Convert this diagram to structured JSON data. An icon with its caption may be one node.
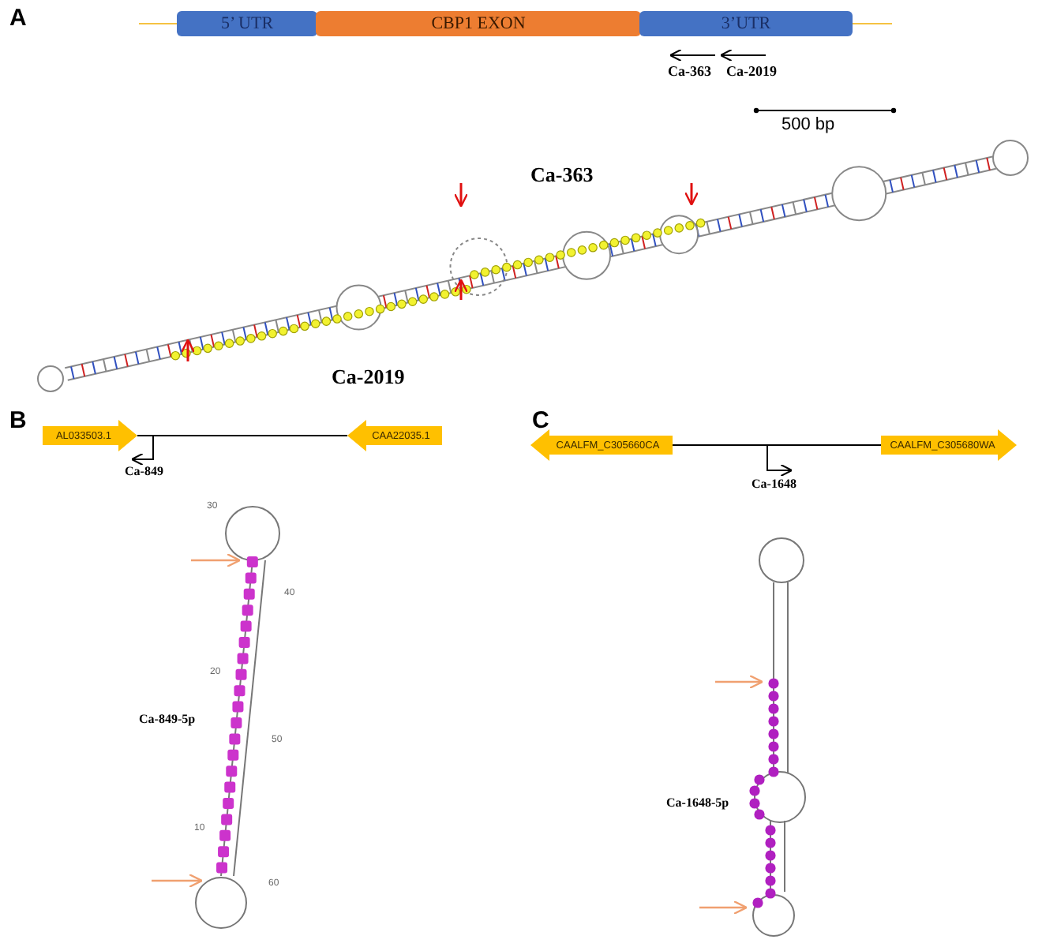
{
  "diagram": {
    "nodes": [
      {
        "text": [
          "5’ UTR"
        ]
      },
      {
        "text": [
          "CBP1 EXON"
        ]
      },
      {
        "text": [
          "3’UTR"
        ]
      },
      {
        "text": [
          "AL033503.1"
        ]
      },
      {
        "text": [
          "CAA22035.1"
        ]
      },
      {
        "text": [
          "CAALFM_C305660CA"
        ]
      },
      {
        "text": [
          "CAALFM_C305680WA"
        ]
      }
    ],
    "edges": [
      {
        "from": 3,
        "to": 4,
        "arrow": "none"
      },
      {
        "from": 5,
        "to": 6,
        "arrow": "none"
      }
    ],
    "labels": [
      "A",
      "Ca-363",
      "Ca-2019",
      "500 bp",
      "Ca-363",
      "Ca-2019",
      "B",
      "Ca-849",
      "C",
      "Ca-1648",
      "30",
      "40",
      "20",
      "Ca-849-5p",
      "50",
      "10",
      "60",
      "Ca-1648-5p"
    ]
  }
}
